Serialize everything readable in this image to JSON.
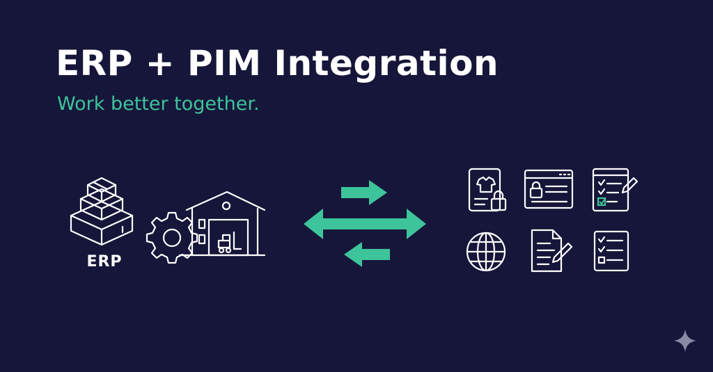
{
  "header": {
    "title": "ERP + PIM Integration",
    "subtitle": "Work better together."
  },
  "erp": {
    "label": "ERP",
    "icons": [
      "stacked-boxes-icon",
      "gear-icon",
      "warehouse-forklift-icon"
    ]
  },
  "sync": {
    "icons": [
      "arrow-right-icon",
      "double-arrow-icon",
      "arrow-left-icon"
    ]
  },
  "pim": {
    "icons": [
      "mobile-product-lock-icon",
      "browser-lock-icon",
      "checklist-edit-icon",
      "globe-icon",
      "document-edit-icon",
      "checklist-icon"
    ]
  },
  "watermark": {
    "icon": "sparkle-icon"
  },
  "colors": {
    "background": "#16163a",
    "accent": "#3ec49a",
    "foreground": "#ffffff"
  }
}
